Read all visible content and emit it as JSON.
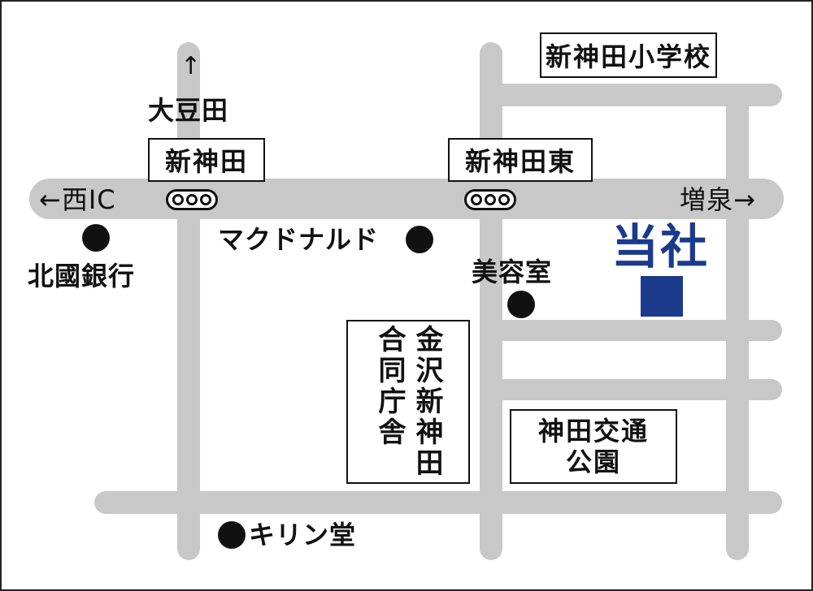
{
  "colors": {
    "road": "#c8c8c8",
    "ink": "#111111",
    "company": "#1b3a8c",
    "background": "#ffffff"
  },
  "directions": {
    "north": {
      "arrow": "↑",
      "label": "大豆田"
    },
    "west": "←西IC",
    "east": "増泉→"
  },
  "intersections": {
    "shinjinda": "新神田",
    "shinjinda_higashi": "新神田東"
  },
  "landmarks": {
    "school": "新神田小学校",
    "bank": "北國銀行",
    "mcdonalds": "マクドナルド",
    "salon": "美容室",
    "government_col1": "金沢新神田",
    "government_col2": "合同庁舎",
    "park_line1": "神田交通",
    "park_line2": "公園",
    "kirindo": "キリン堂"
  },
  "company": {
    "label": "当社"
  }
}
